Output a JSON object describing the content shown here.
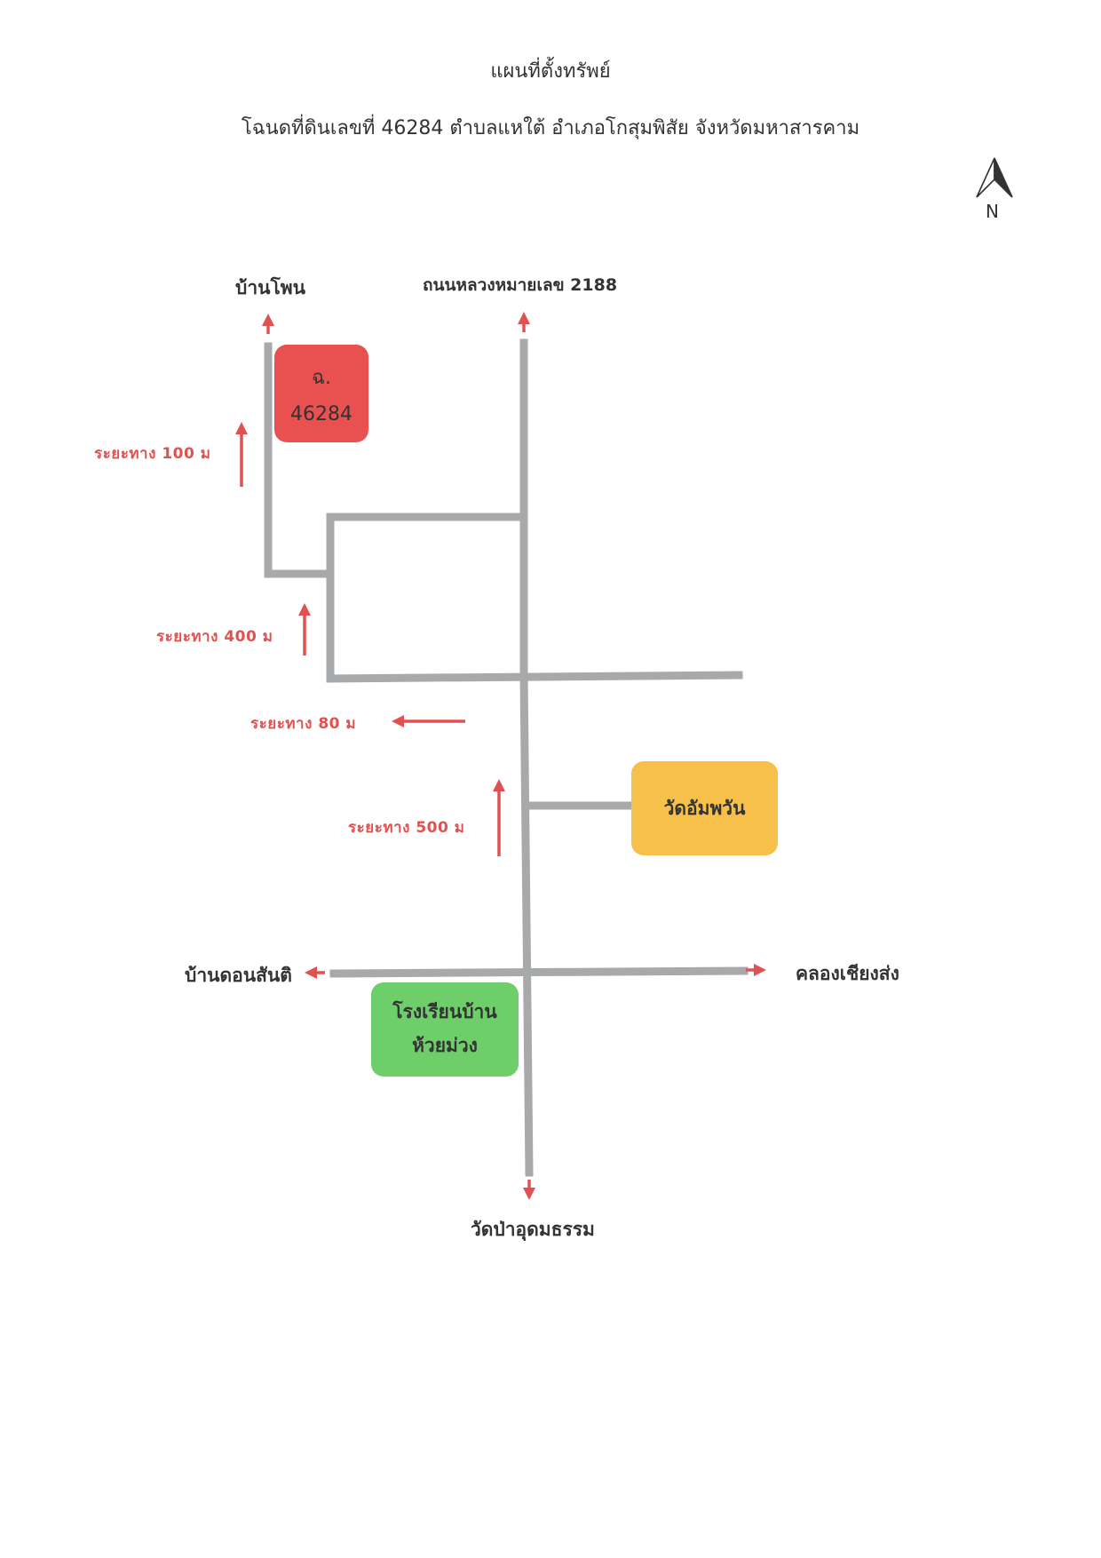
{
  "document": {
    "title": "แผนที่ตั้งทรัพย์",
    "subtitle": "โฉนดที่ดินเลขที่ 46284 ตำบลแหใต้ อำเภอโกสุมพิสัย จังหวัดมหาสารคาม"
  },
  "compass": {
    "letter": "N",
    "icon": "north-arrow-icon"
  },
  "places": {
    "ban_phon": "บ้านโพน",
    "highway": "ถนนหลวงหมายเลข 2188",
    "ban_don_santi": "บ้านดอนสันติ",
    "khlong_chiang_song": "คลองเชียงส่ง",
    "wat_pa_udom": "วัดป่าอุดมธรรม"
  },
  "landmarks": {
    "parcel": {
      "line1": "ฉ.",
      "line2": "46284",
      "color": "#e95050"
    },
    "temple": {
      "label": "วัดอัมพวัน",
      "color": "#f7c04a"
    },
    "school": {
      "line1": "โรงเรียนบ้าน",
      "line2": "ห้วยม่วง",
      "color": "#6ecf6a"
    }
  },
  "distances": {
    "d100": "ระยะทาง 100 ม",
    "d400": "ระยะทาง 400 ม",
    "d80": "ระยะทาง 80 ม",
    "d500": "ระยะทาง 500 ม"
  },
  "colors": {
    "road": "#a7a9ab",
    "arrow": "#e05252",
    "text": "#333333"
  }
}
